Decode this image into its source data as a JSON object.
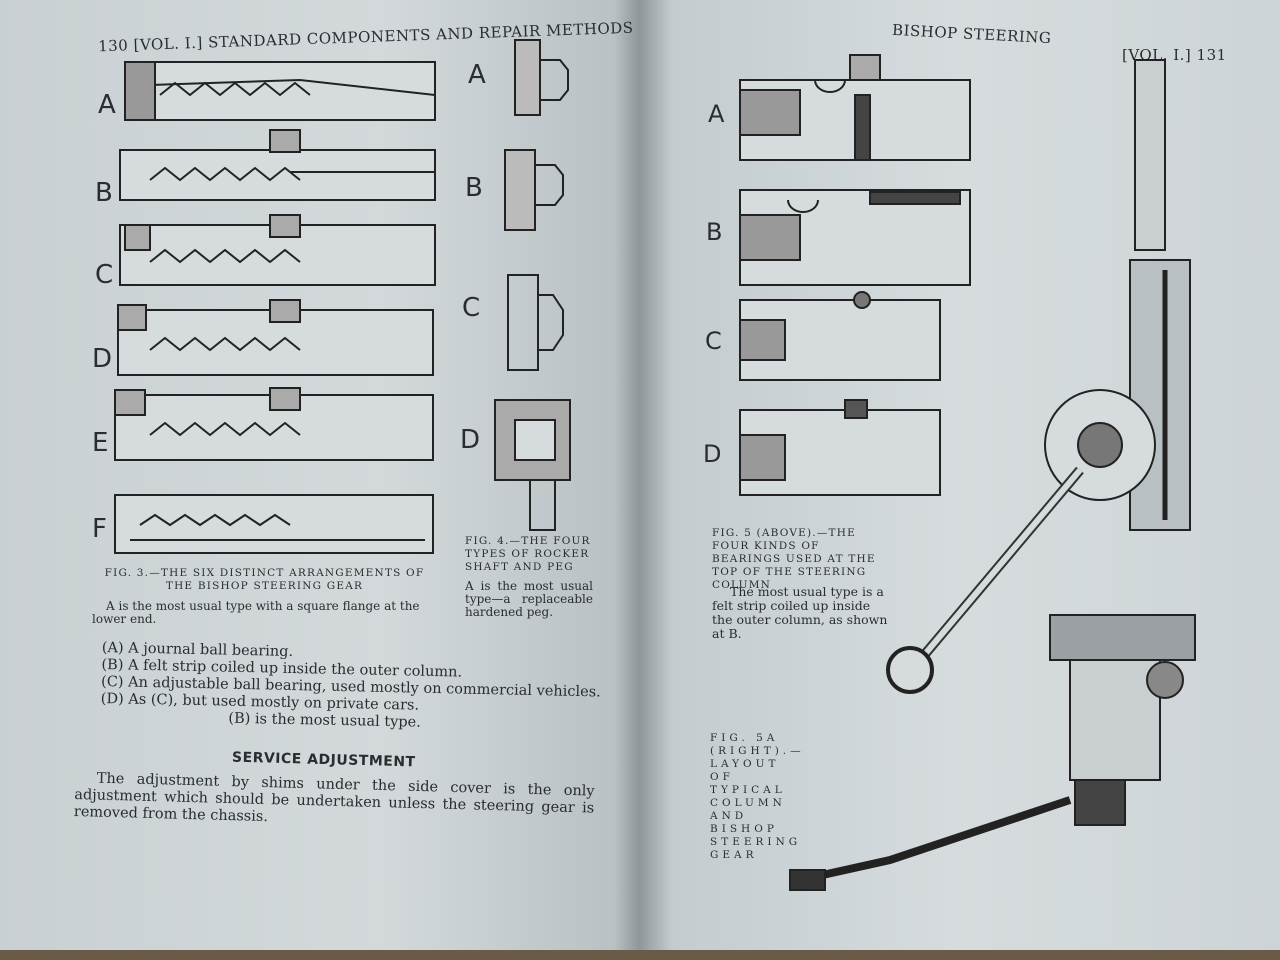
{
  "left_page": {
    "page_number": "130",
    "volume": "[VOL. I.]",
    "running_head": "STANDARD COMPONENTS AND REPAIR METHODS",
    "fig3_labels": [
      "A",
      "B",
      "C",
      "D",
      "E",
      "F"
    ],
    "fig4_labels": [
      "A",
      "B",
      "C",
      "D"
    ],
    "fig3_caption": "Fig. 3.—The six distinct arrangements of the Bishop steering gear",
    "fig3_note": "A is the most usual type with a square flange at the lower end.",
    "fig4_caption": "Fig. 4.—The four types of rocker shaft and peg",
    "fig4_note": "A is the most usual type—a replaceable hardened peg.",
    "list": [
      "(A) A journal ball bearing.",
      "(B) A felt strip coiled up inside the outer column.",
      "(C) An adjustable ball bearing, used mostly on commercial vehicles.",
      "(D) As (C), but used mostly on private cars."
    ],
    "list_note": "(B) is the most usual type.",
    "section_heading": "SERVICE ADJUSTMENT",
    "section_text": "The adjustment by shims under the side cover is the only adjustment which should be undertaken unless the steering gear is removed from the chassis."
  },
  "right_page": {
    "page_number": "131",
    "volume": "[VOL. I.]",
    "running_head": "BISHOP STEERING",
    "fig5_labels": [
      "A",
      "B",
      "C",
      "D"
    ],
    "fig5_caption": "Fig. 5 (above).—The four kinds of bearings used at the top of the steering column",
    "fig5_note": "The most usual type is a felt strip coiled up inside the outer column, as shown at B.",
    "fig5a_caption": "Fig. 5A (right).—Layout of typical column and Bishop steering gear"
  }
}
